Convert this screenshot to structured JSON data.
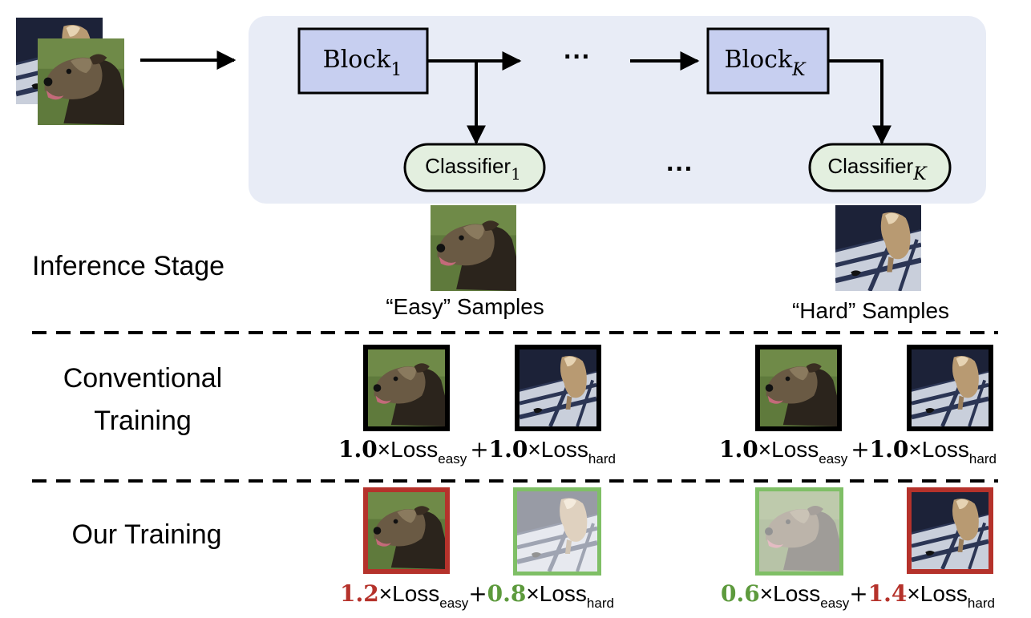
{
  "pipeline": {
    "block_first": {
      "base": "Block",
      "sub": "1"
    },
    "block_last": {
      "base": "Block",
      "sub": "K"
    },
    "ellipsis_blocks": "···",
    "classifier_first": {
      "base": "Classifier",
      "sub": "1"
    },
    "classifier_last": {
      "base": "Classifier",
      "sub": "K"
    },
    "ellipsis_classifiers": "···"
  },
  "stages": {
    "inference": "Inference Stage",
    "conventional_line1": "Conventional",
    "conventional_line2": "Training",
    "ours": "Our Training"
  },
  "samples": {
    "easy_caption": "“Easy” Samples",
    "hard_caption": "“Hard” Samples"
  },
  "conventional": {
    "left": {
      "w1": "1.0",
      "w2": "1.0",
      "times": "×",
      "plus": "+",
      "loss": "Loss",
      "sub1": "easy",
      "sub2": "hard"
    },
    "right": {
      "w1": "1.0",
      "w2": "1.0",
      "times": "×",
      "plus": "+",
      "loss": "Loss",
      "sub1": "easy",
      "sub2": "hard"
    }
  },
  "ours": {
    "left": {
      "w1": "1.2",
      "w2": "0.8",
      "times": "×",
      "plus": "+",
      "loss": "Loss",
      "sub1": "easy",
      "sub2": "hard"
    },
    "right": {
      "w1": "0.6",
      "w2": "1.4",
      "times": "×",
      "plus": "+",
      "loss": "Loss",
      "sub1": "easy",
      "sub2": "hard"
    }
  },
  "colors": {
    "panel": "#e8ecf6",
    "block_fill": "#c7cff0",
    "classifier_fill": "#e3efdf",
    "increase_red": "#b5322b",
    "decrease_green": "#5d9a3d",
    "thumb_easy_bg": "#5f7a3c",
    "thumb_hard_bg": "#2b3554"
  },
  "icons": {
    "easy_sample": "terrier-on-grass-photo",
    "hard_sample": "dog-in-shadow-photo"
  }
}
